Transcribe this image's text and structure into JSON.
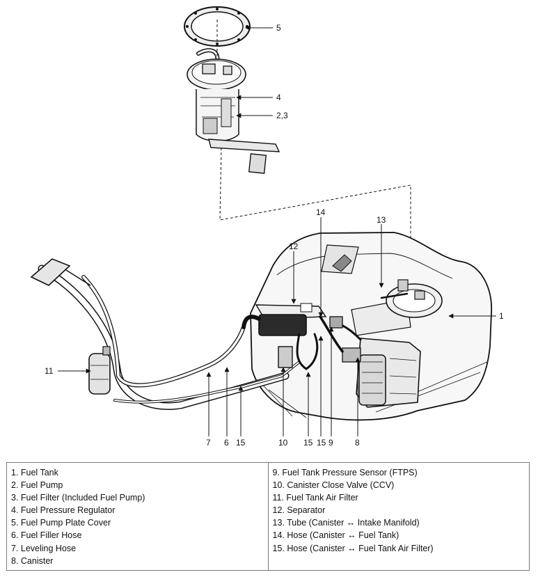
{
  "callouts": {
    "c1": "1",
    "c2_3": "2,3",
    "c4": "4",
    "c5": "5",
    "c6": "6",
    "c7": "7",
    "c8": "8",
    "c9": "9",
    "c10": "10",
    "c11": "11",
    "c12": "12",
    "c13": "13",
    "c14": "14",
    "c15a": "15",
    "c15b": "15",
    "c15c": "15"
  },
  "legend": {
    "left": [
      "1. Fuel Tank",
      "2. Fuel Pump",
      "3. Fuel Filter (Included Fuel Pump)",
      "4. Fuel Pressure Regulator",
      "5. Fuel Pump Plate Cover",
      "6. Fuel Filler Hose",
      "7. Leveling Hose",
      "8. Canister"
    ],
    "right": [
      "9. Fuel Tank Pressure Sensor (FTPS)",
      "10. Canister Close Valve (CCV)",
      "11. Fuel Tank Air Filter",
      "12. Separator",
      "13. Tube (Canister ↔ Intake Manifold)",
      "14. Hose (Canister ↔ Fuel Tank)",
      "15. Hose (Canister ↔ Fuel Tank Air Filter)"
    ]
  }
}
